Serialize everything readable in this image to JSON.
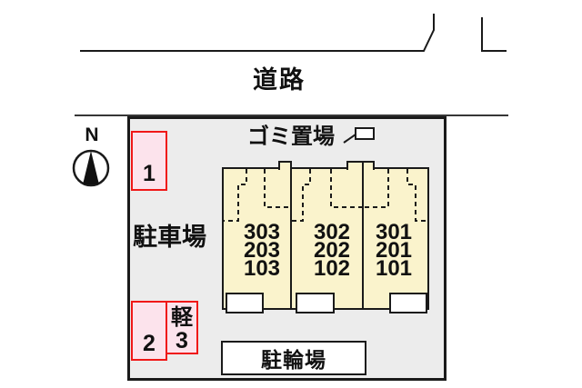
{
  "road": {
    "label": "道路"
  },
  "compass": {
    "north_label": "N"
  },
  "lot": {
    "garbage_area_label": "ゴミ置場",
    "parking_area_label": "駐車場",
    "bicycle_parking_label": "駐輪場"
  },
  "parking_spaces": {
    "space1": "1",
    "space2": "2",
    "space3_prefix": "軽",
    "space3": "3"
  },
  "building": {
    "units": [
      {
        "rooms": [
          "303",
          "203",
          "103"
        ]
      },
      {
        "rooms": [
          "302",
          "202",
          "102"
        ]
      },
      {
        "rooms": [
          "301",
          "201",
          "101"
        ]
      }
    ]
  },
  "colors": {
    "lot_fill": "#ececec",
    "building_fill": "#faf3cc",
    "parking_space_fill": "#fce3ec",
    "parking_space_border": "#f01818",
    "line": "#1a1a1a"
  }
}
